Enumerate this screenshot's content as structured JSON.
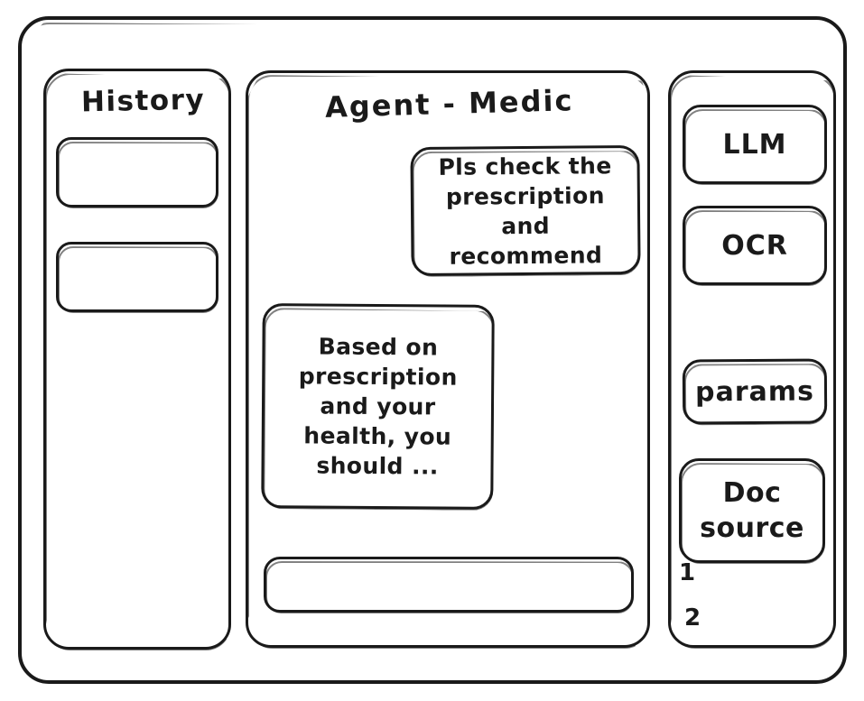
{
  "app": {
    "frame_label": "app-window",
    "ink_color": "#1a1a1a",
    "background_color": "#ffffff"
  },
  "sidebar": {
    "title": "History",
    "items": [
      {
        "label": ""
      },
      {
        "label": ""
      }
    ]
  },
  "main": {
    "title": "Agent - Medic",
    "messages": [
      {
        "role": "user",
        "text": "Pls check the prescription and recommend"
      },
      {
        "role": "assistant",
        "text": "Based on prescription and your health, you should ..."
      }
    ],
    "composer": {
      "value": "",
      "placeholder": ""
    }
  },
  "tools": {
    "buttons": [
      {
        "label": "LLM"
      },
      {
        "label": "OCR"
      },
      {
        "label": "params"
      }
    ],
    "doc_source": {
      "label": "Doc source",
      "refs": [
        "1",
        "2"
      ]
    }
  }
}
